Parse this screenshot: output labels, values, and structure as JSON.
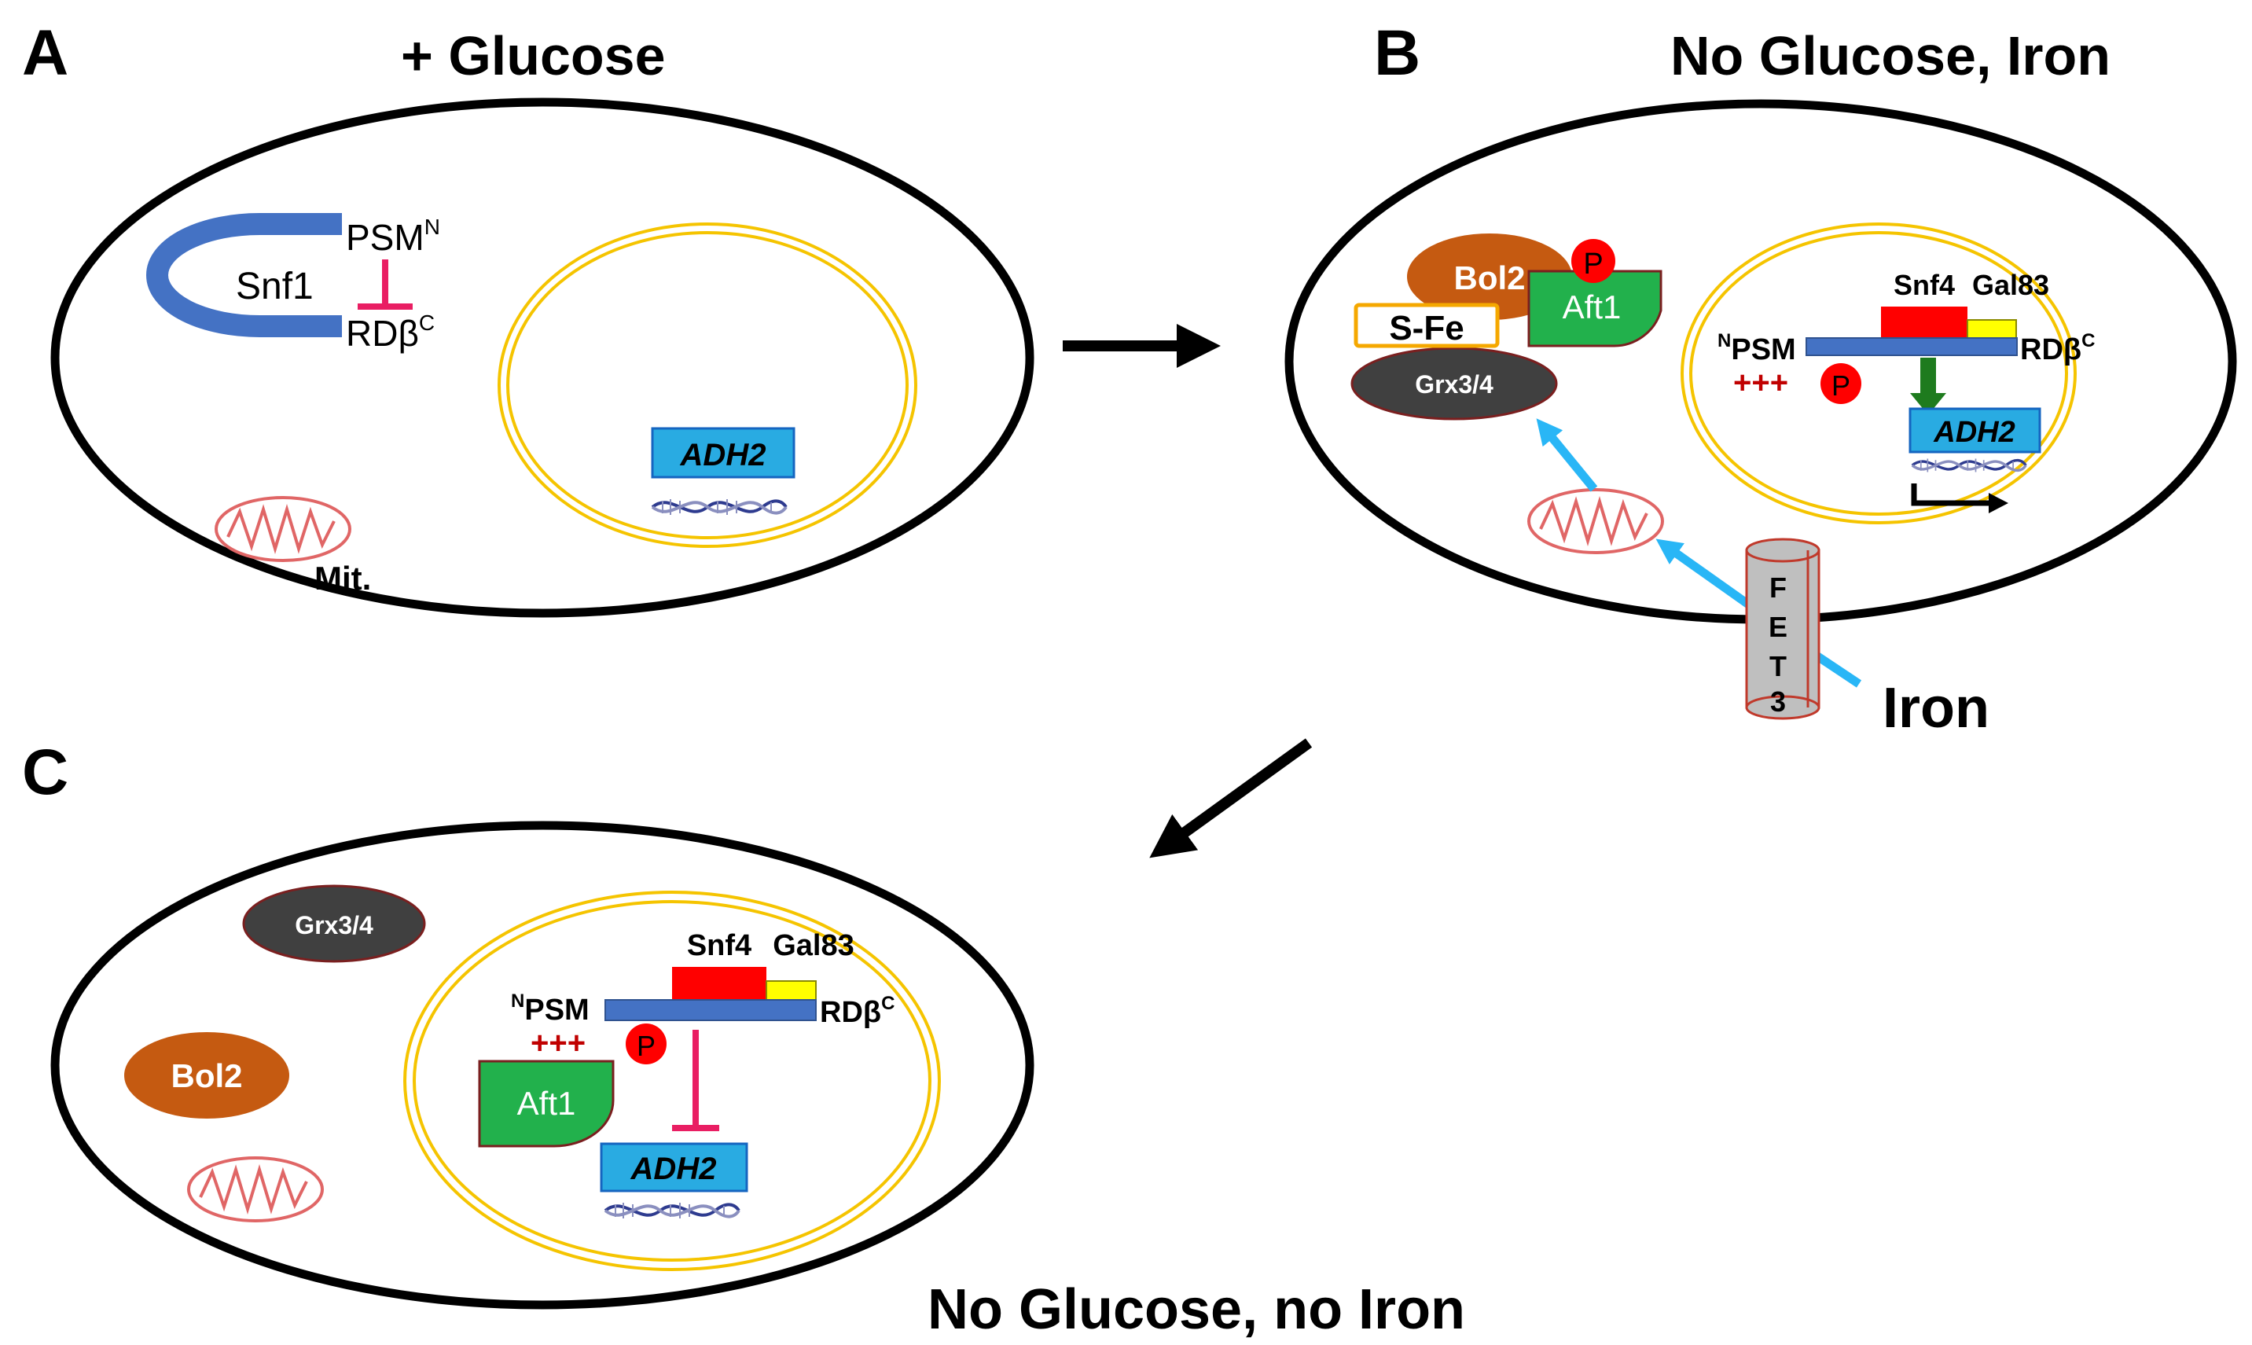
{
  "panels": {
    "a": {
      "letter": "A",
      "title": "+ Glucose",
      "snf1": "Snf1",
      "psm": "PSM",
      "psm_sup": "N",
      "rdb": "RDβ",
      "rdb_sup": "C",
      "adh2": "ADH2",
      "mit": "Mit."
    },
    "b": {
      "letter": "B",
      "title": "No Glucose, Iron",
      "bol2": "Bol2",
      "p": "P",
      "aft1": "Aft1",
      "sfe": "S-Fe",
      "grx": "Grx3/4",
      "snf4": "Snf4",
      "gal83": "Gal83",
      "psm_sup": "N",
      "psm": "PSM",
      "rdb": "RDβ",
      "rdb_sup": "C",
      "plus": "+++",
      "p2": "P",
      "adh2": "ADH2",
      "fet3": [
        "F",
        "E",
        "T",
        "3"
      ],
      "iron": "Iron"
    },
    "c": {
      "letter": "C",
      "title": "No Glucose, no Iron",
      "grx": "Grx3/4",
      "bol2": "Bol2",
      "snf4": "Snf4",
      "gal83": "Gal83",
      "psm_sup": "N",
      "psm": "PSM",
      "rdb": "RDβ",
      "rdb_sup": "C",
      "plus": "+++",
      "p": "P",
      "aft1": "Aft1",
      "adh2": "ADH2"
    }
  },
  "colors": {
    "cell_outline": "#000000",
    "nucleus": "#f5c400",
    "snf1_arc": "#4472c4",
    "inhibit": "#e91e63",
    "adh2_box": "#29abe2",
    "bol2": "#c55a11",
    "aft1": "#22b14c",
    "grx": "#404040",
    "p_circle": "#ff0000",
    "snf4": "#ff0000",
    "gal83": "#ffff00",
    "scaffold": "#4472c4",
    "plus": "#c00000",
    "activate": "#1e7b1e",
    "iron_arrow": "#29b6f6",
    "fet3": "#bfbfbf",
    "mito": "#e06666"
  }
}
